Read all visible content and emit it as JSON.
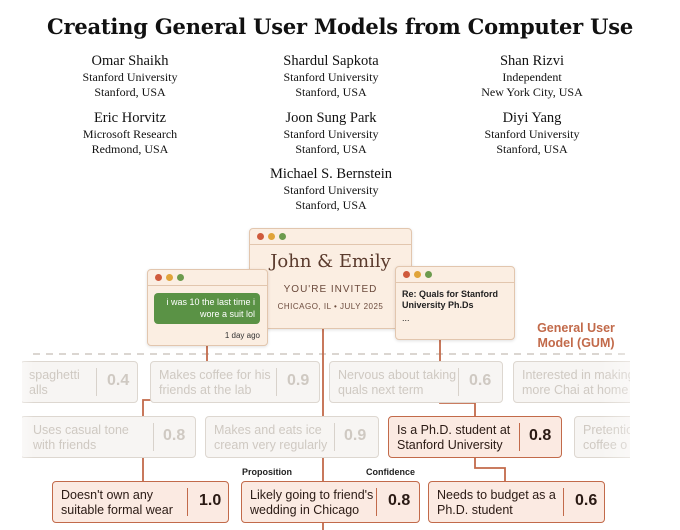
{
  "title": "Creating General User Models from Computer Use",
  "authors": [
    {
      "name": "Omar Shaikh",
      "affiliation": "Stanford University",
      "location": "Stanford, USA"
    },
    {
      "name": "Shardul Sapkota",
      "affiliation": "Stanford University",
      "location": "Stanford, USA"
    },
    {
      "name": "Shan Rizvi",
      "affiliation": "Independent",
      "location": "New York City, USA"
    },
    {
      "name": "Eric Horvitz",
      "affiliation": "Microsoft Research",
      "location": "Redmond, USA"
    },
    {
      "name": "Joon Sung Park",
      "affiliation": "Stanford University",
      "location": "Stanford, USA"
    },
    {
      "name": "Diyi Yang",
      "affiliation": "Stanford University",
      "location": "Stanford, USA"
    },
    {
      "name": "Michael S. Bernstein",
      "affiliation": "Stanford University",
      "location": "Stanford, USA"
    }
  ],
  "figure": {
    "invite": {
      "names": "John & Emily",
      "invited": "YOU'RE INVITED",
      "place_date": "CHICAGO, IL • JULY 2025"
    },
    "chat": {
      "message": "i was 10 the last time i wore a suit lol",
      "time": "1 day ago"
    },
    "email": {
      "subject": "Re: Quals for Stanford University Ph.Ds",
      "ellipsis": "..."
    },
    "gum_label": {
      "line1": "General User",
      "line2": "Model (GUM)"
    },
    "column_labels": {
      "proposition": "Proposition",
      "confidence": "Confidence"
    },
    "row1": [
      {
        "text1": "spaghetti",
        "text2": "alls",
        "value": "0.4"
      },
      {
        "text1": "Makes coffee for his",
        "text2": "friends at the lab",
        "value": "0.9"
      },
      {
        "text1": "Nervous about taking",
        "text2": "quals next term",
        "value": "0.6"
      },
      {
        "text1": "Interested in making",
        "text2": "more Chai at home",
        "value": ""
      }
    ],
    "row2": [
      {
        "text1": "Uses casual tone",
        "text2": "with friends",
        "value": "0.8"
      },
      {
        "text1": "Makes and eats ice",
        "text2": "cream very regularly",
        "value": "0.9"
      },
      {
        "text1": "Is a Ph.D. student at",
        "text2": "Stanford University",
        "value": "0.8"
      },
      {
        "text1": "Pretentio",
        "text2": "coffee o",
        "value": ""
      }
    ],
    "row3": [
      {
        "text1": "Doesn't own any",
        "text2": "suitable formal wear",
        "value": "1.0"
      },
      {
        "text1": "Likely going to friend's",
        "text2": "wedding in Chicago",
        "value": "0.8"
      },
      {
        "text1": "Needs to budget as a",
        "text2": "Ph.D. student",
        "value": "0.6"
      }
    ],
    "colors": {
      "accent": "#c26a4a",
      "chat_green": "#5a9245",
      "window_bg": "#fbeee2"
    }
  }
}
